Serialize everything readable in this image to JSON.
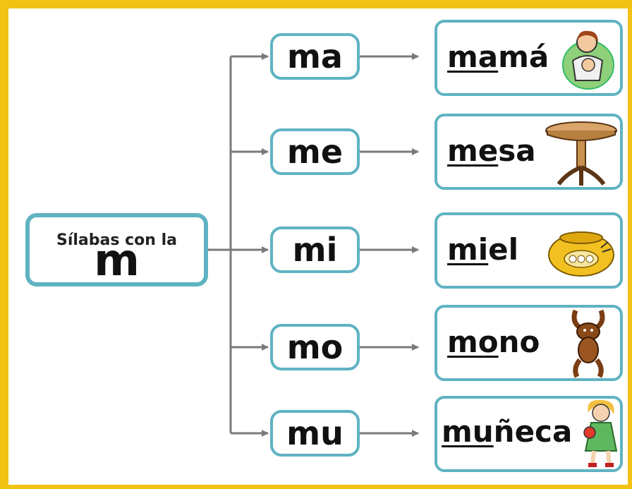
{
  "root": {
    "title": "Sílabas con la",
    "letter": "m"
  },
  "syllables": [
    "ma",
    "me",
    "mi",
    "mo",
    "mu"
  ],
  "words": [
    {
      "prefix": "ma",
      "rest": "má",
      "picture": "mother-with-baby-icon"
    },
    {
      "prefix": "me",
      "rest": "sa",
      "picture": "table-icon"
    },
    {
      "prefix": "mi",
      "rest": "el",
      "picture": "honey-pot-icon"
    },
    {
      "prefix": "mo",
      "rest": "no",
      "picture": "monkey-icon"
    },
    {
      "prefix": "mu",
      "rest": "ñeca",
      "picture": "girl-with-doll-icon"
    }
  ],
  "colors": {
    "border": "#f2c214",
    "box": "#5fb3c2",
    "connector": "#7a7a7a"
  }
}
